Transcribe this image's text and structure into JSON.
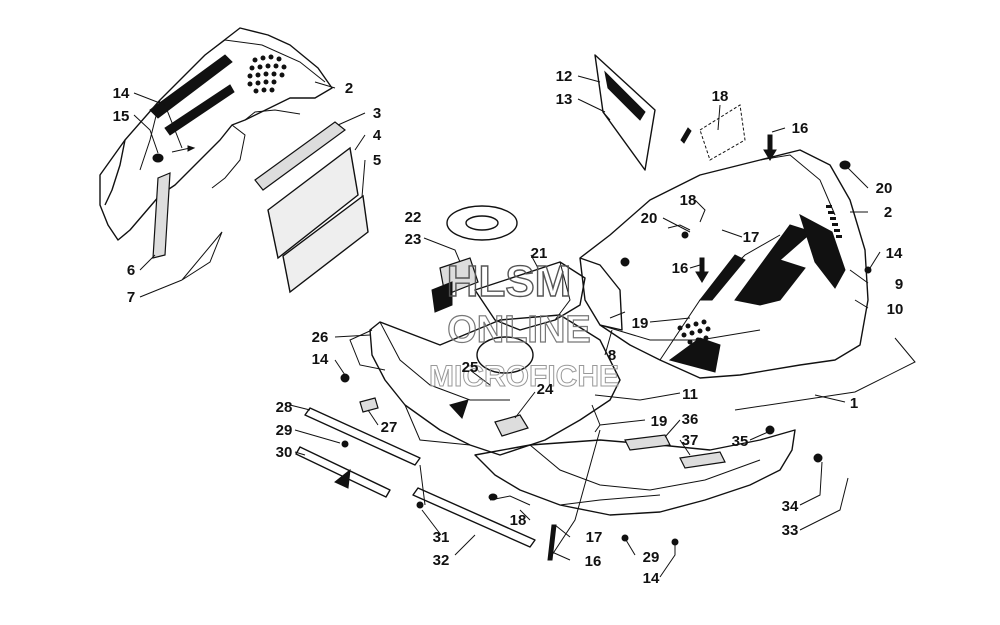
{
  "watermark": {
    "line1": "HLSM",
    "line2": "ONLINE",
    "line3": "MICROFICHE"
  },
  "callouts": [
    {
      "id": "c-14a",
      "text": "14"
    },
    {
      "id": "c-15",
      "text": "15"
    },
    {
      "id": "c-2a",
      "text": "2"
    },
    {
      "id": "c-3",
      "text": "3"
    },
    {
      "id": "c-4",
      "text": "4"
    },
    {
      "id": "c-5",
      "text": "5"
    },
    {
      "id": "c-6",
      "text": "6"
    },
    {
      "id": "c-7",
      "text": "7"
    },
    {
      "id": "c-12",
      "text": "12"
    },
    {
      "id": "c-13",
      "text": "13"
    },
    {
      "id": "c-18a",
      "text": "18"
    },
    {
      "id": "c-16a",
      "text": "16"
    },
    {
      "id": "c-20a",
      "text": "20"
    },
    {
      "id": "c-2b",
      "text": "2"
    },
    {
      "id": "c-14b",
      "text": "14"
    },
    {
      "id": "c-9",
      "text": "9"
    },
    {
      "id": "c-10",
      "text": "10"
    },
    {
      "id": "c-18b",
      "text": "18"
    },
    {
      "id": "c-20b",
      "text": "20"
    },
    {
      "id": "c-17a",
      "text": "17"
    },
    {
      "id": "c-16b",
      "text": "16"
    },
    {
      "id": "c-22",
      "text": "22"
    },
    {
      "id": "c-23",
      "text": "23"
    },
    {
      "id": "c-21",
      "text": "21"
    },
    {
      "id": "c-19a",
      "text": "19"
    },
    {
      "id": "c-8",
      "text": "8"
    },
    {
      "id": "c-26",
      "text": "26"
    },
    {
      "id": "c-14c",
      "text": "14"
    },
    {
      "id": "c-25",
      "text": "25"
    },
    {
      "id": "c-24",
      "text": "24"
    },
    {
      "id": "c-11",
      "text": "11"
    },
    {
      "id": "c-1",
      "text": "1"
    },
    {
      "id": "c-28",
      "text": "28"
    },
    {
      "id": "c-27",
      "text": "27"
    },
    {
      "id": "c-29a",
      "text": "29"
    },
    {
      "id": "c-30",
      "text": "30"
    },
    {
      "id": "c-19b",
      "text": "19"
    },
    {
      "id": "c-36",
      "text": "36"
    },
    {
      "id": "c-37",
      "text": "37"
    },
    {
      "id": "c-35",
      "text": "35"
    },
    {
      "id": "c-18c",
      "text": "18"
    },
    {
      "id": "c-17b",
      "text": "17"
    },
    {
      "id": "c-16c",
      "text": "16"
    },
    {
      "id": "c-31",
      "text": "31"
    },
    {
      "id": "c-32",
      "text": "32"
    },
    {
      "id": "c-29b",
      "text": "29"
    },
    {
      "id": "c-14d",
      "text": "14"
    },
    {
      "id": "c-34",
      "text": "34"
    },
    {
      "id": "c-33",
      "text": "33"
    }
  ]
}
